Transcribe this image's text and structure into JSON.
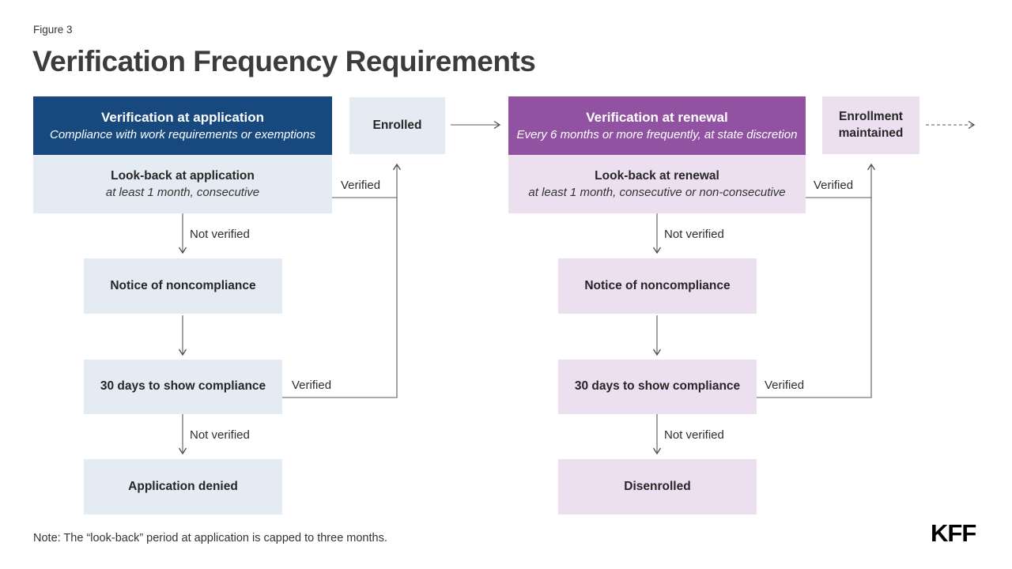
{
  "page": {
    "figure_label": "Figure 3",
    "title": "Verification Frequency Requirements",
    "note": "Note: The “look-back” period at application is capped to three months.",
    "logo": "KFF"
  },
  "colors": {
    "header_blue": "#17497F",
    "header_purple": "#9153A1",
    "light_blue": "#E4EBF2",
    "light_purple": "#EBDFF0",
    "line_gray": "#4d4d4d"
  },
  "application_flow": {
    "header": {
      "title": "Verification at application",
      "subtitle": "Compliance with work requirements or exemptions"
    },
    "lookback": {
      "title": "Look-back at application",
      "subtitle": "at least 1 month, consecutive"
    },
    "notice": "Notice of noncompliance",
    "compliance_window": "30 days to show compliance",
    "denied": "Application denied",
    "enrolled": "Enrolled",
    "labels": {
      "verified": "Verified",
      "not_verified": "Not verified"
    }
  },
  "renewal_flow": {
    "header": {
      "title": "Verification at renewal",
      "subtitle": "Every 6 months or more frequently, at state discretion"
    },
    "lookback": {
      "title": "Look-back at renewal",
      "subtitle": "at least 1 month, consecutive or non-consecutive"
    },
    "notice": "Notice of noncompliance",
    "compliance_window": "30 days to show compliance",
    "disenrolled": "Disenrolled",
    "maintained": "Enrollment maintained",
    "labels": {
      "verified": "Verified",
      "not_verified": "Not verified"
    }
  }
}
